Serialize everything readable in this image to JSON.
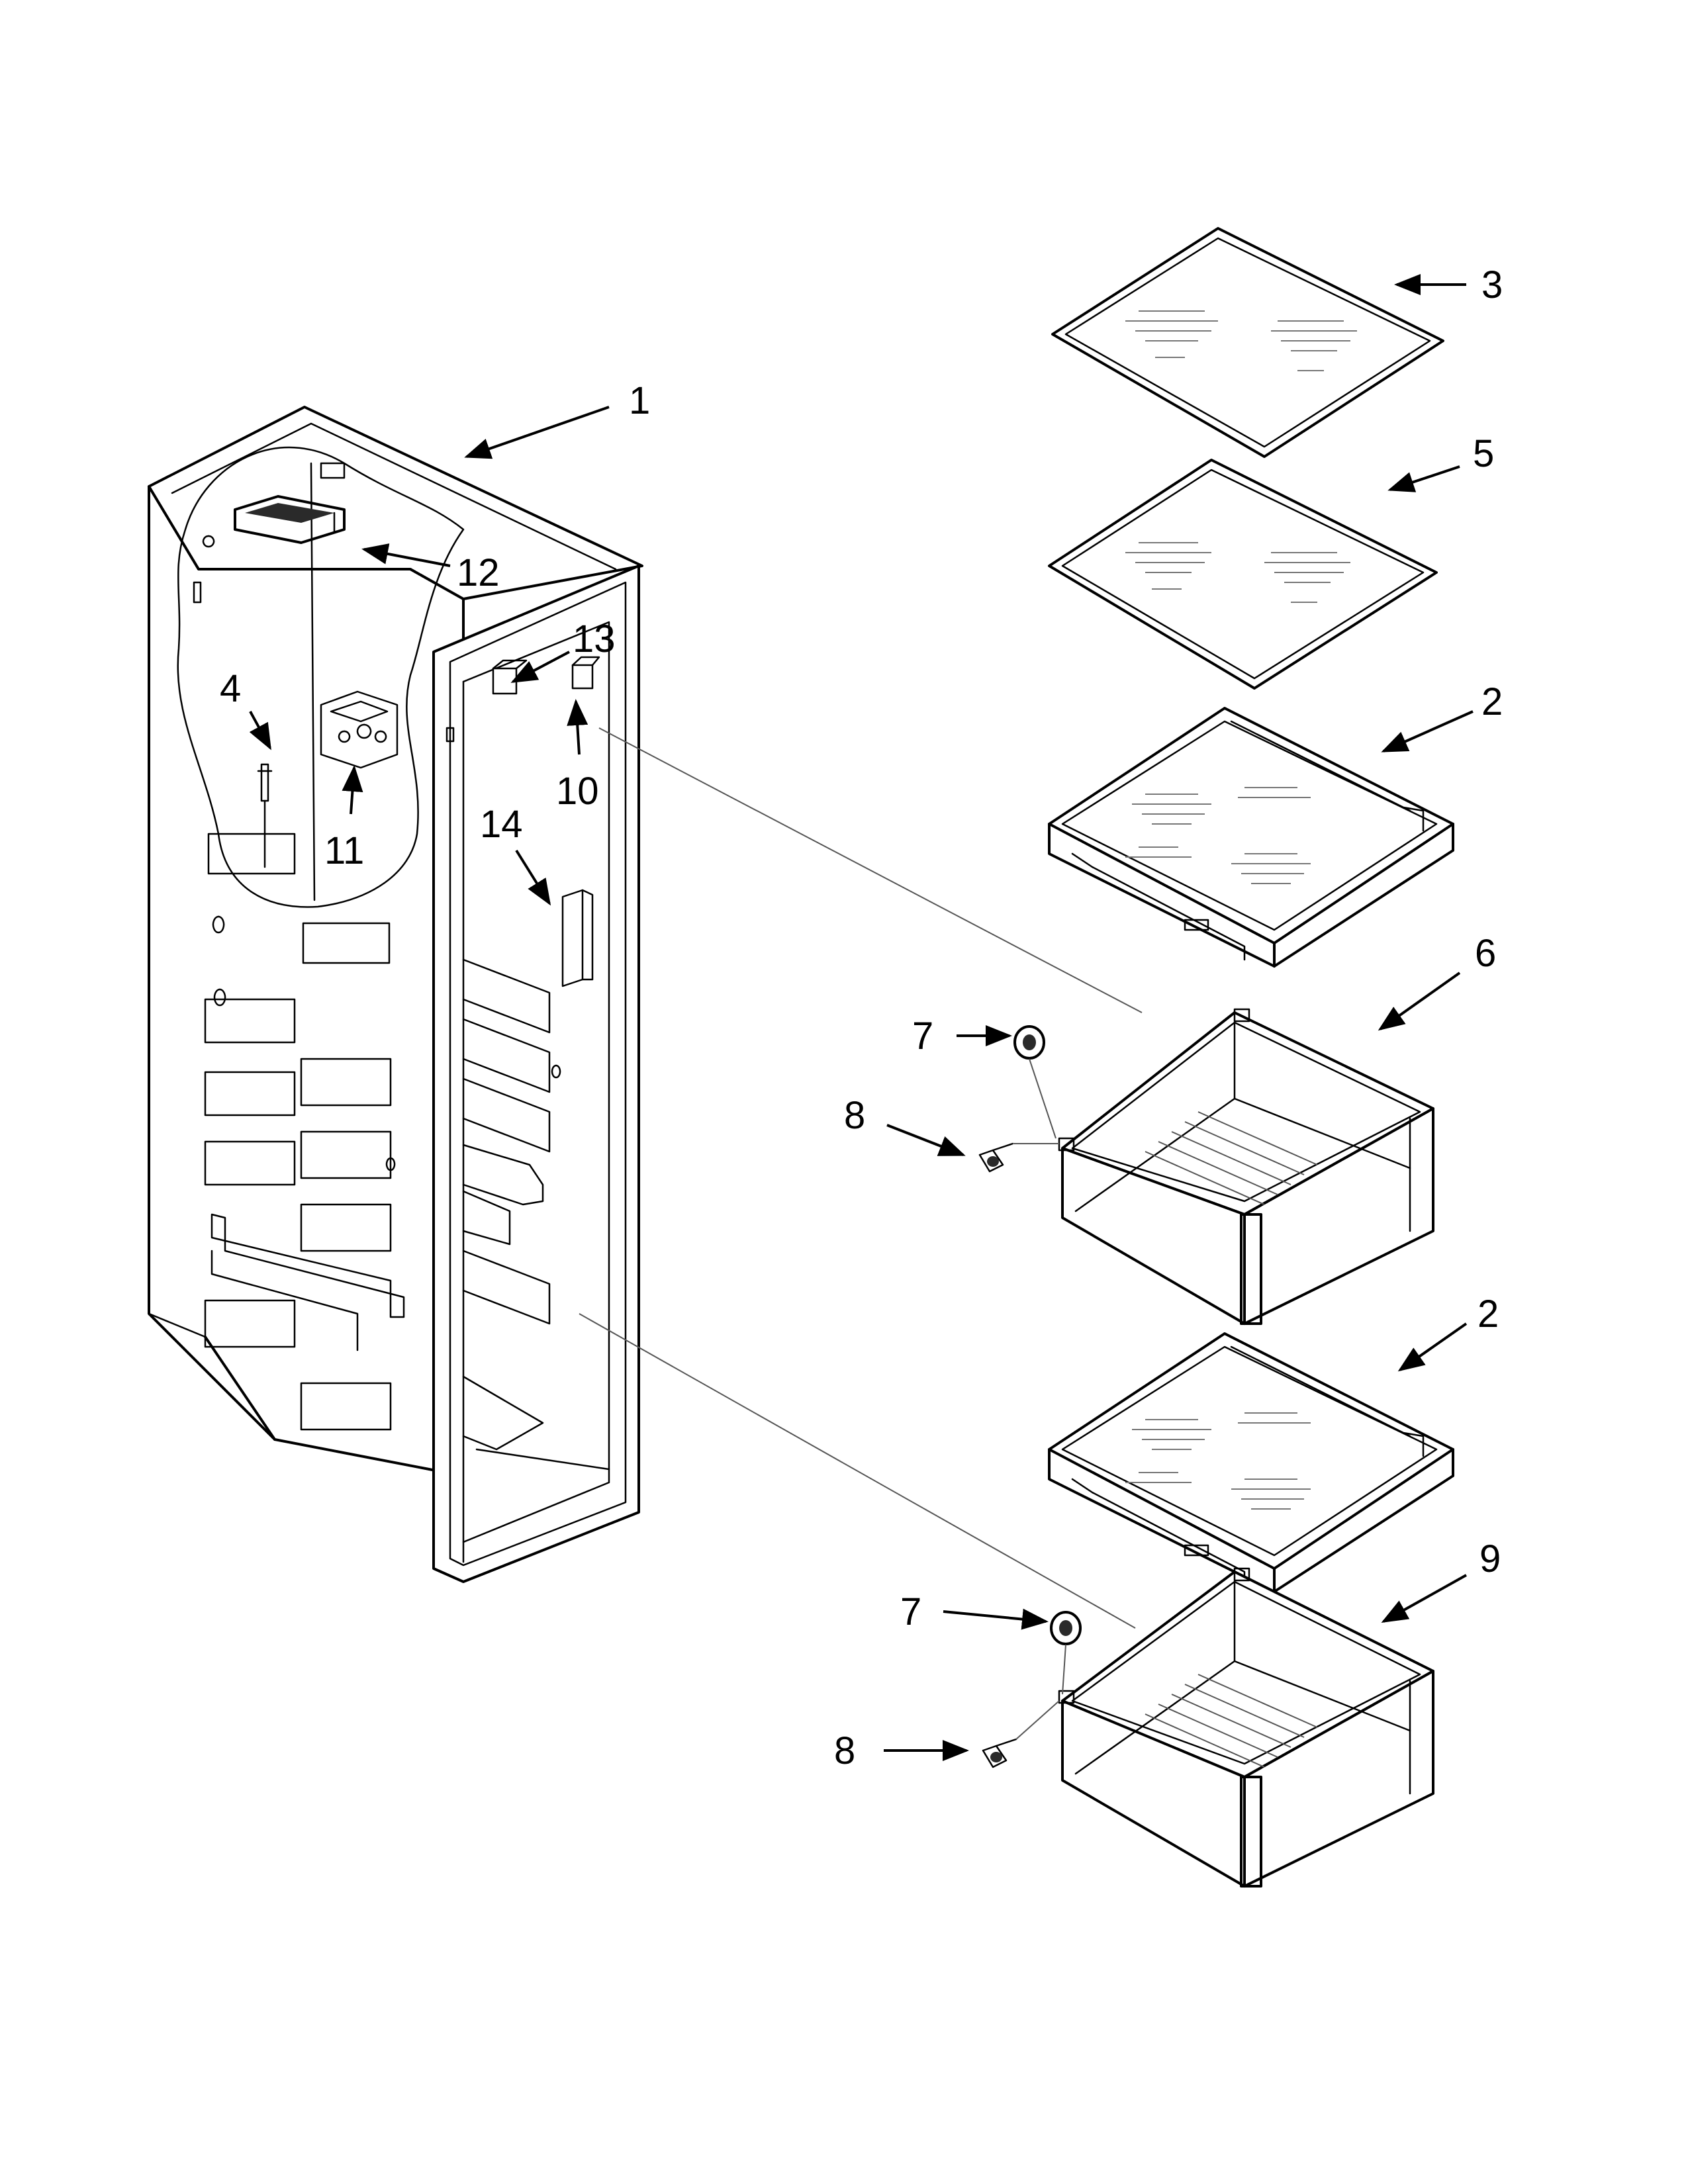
{
  "callouts": [
    {
      "id": "c1",
      "label": "1"
    },
    {
      "id": "c2a",
      "label": "2"
    },
    {
      "id": "c2b",
      "label": "2"
    },
    {
      "id": "c3",
      "label": "3"
    },
    {
      "id": "c4",
      "label": "4"
    },
    {
      "id": "c5",
      "label": "5"
    },
    {
      "id": "c6",
      "label": "6"
    },
    {
      "id": "c7a",
      "label": "7"
    },
    {
      "id": "c7b",
      "label": "7"
    },
    {
      "id": "c8a",
      "label": "8"
    },
    {
      "id": "c8b",
      "label": "8"
    },
    {
      "id": "c9",
      "label": "9"
    },
    {
      "id": "c10",
      "label": "10"
    },
    {
      "id": "c11",
      "label": "11"
    },
    {
      "id": "c12",
      "label": "12"
    },
    {
      "id": "c13",
      "label": "13"
    },
    {
      "id": "c14",
      "label": "14"
    }
  ]
}
